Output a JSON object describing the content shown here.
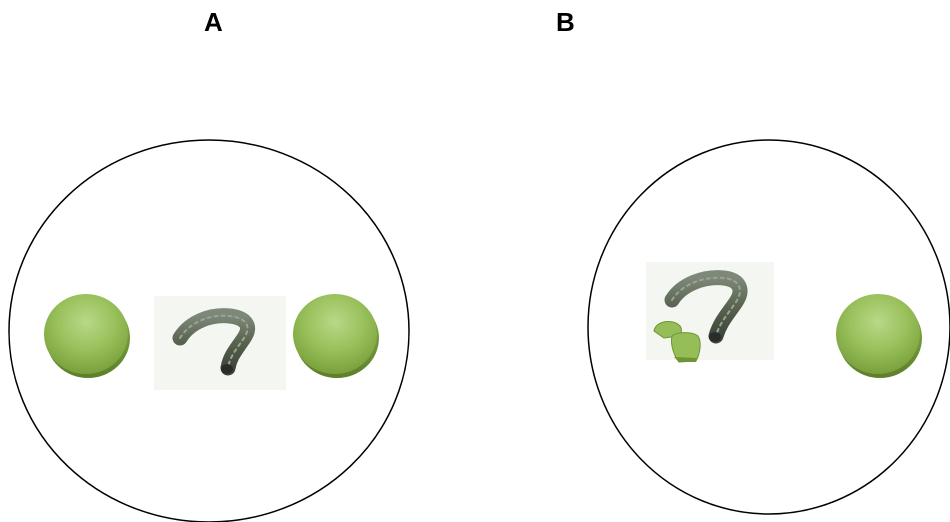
{
  "panels": [
    {
      "label": "A",
      "contents": [
        "leaf-disc",
        "caterpillar",
        "leaf-disc"
      ],
      "leaf_discs_intact": 2,
      "leaf_discs_eaten": 0
    },
    {
      "label": "B",
      "contents": [
        "eaten-leaf-disc",
        "caterpillar",
        "leaf-disc"
      ],
      "leaf_discs_intact": 1,
      "leaf_discs_eaten": 1
    }
  ],
  "colors": {
    "arena_outline": "#000000",
    "leaf_light": "#a9cc73",
    "leaf_mid": "#8db64f",
    "leaf_dark": "#6f9434",
    "caterpillar_body": "#5f6a5a",
    "caterpillar_head": "#2b2b2b"
  }
}
